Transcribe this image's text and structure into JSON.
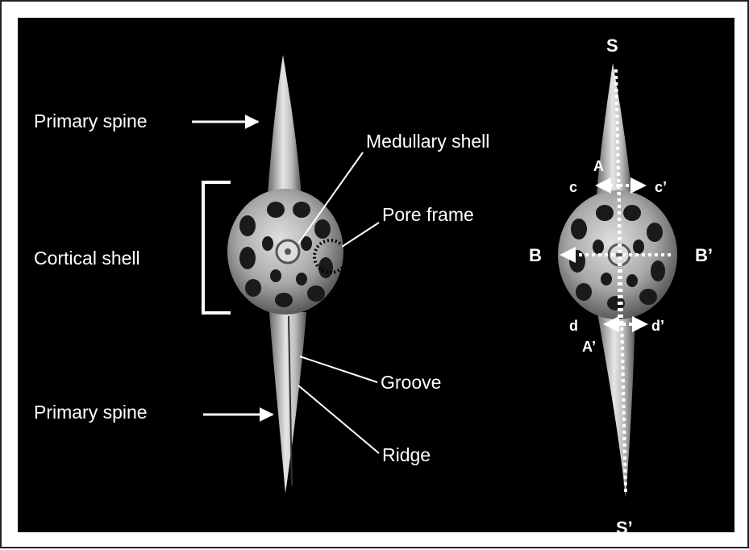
{
  "labels": {
    "primary_spine_top": "Primary  spine",
    "medullary_shell": "Medullary shell",
    "pore_frame": "Pore frame",
    "cortical_shell": "Cortical shell",
    "groove": "Groove",
    "ridge": "Ridge",
    "primary_spine_bottom": "Primary  spine"
  },
  "axes": {
    "S": "S",
    "S_prime": "S’",
    "A": "A",
    "A_prime": "A’",
    "B": "B",
    "B_prime": "B’",
    "c": "c",
    "c_prime": "c’",
    "d": "d",
    "d_prime": "d’"
  },
  "colors": {
    "background": "#000000",
    "frame": "#ffffff",
    "label": "#ffffff",
    "shell": "#c8c8c8"
  }
}
